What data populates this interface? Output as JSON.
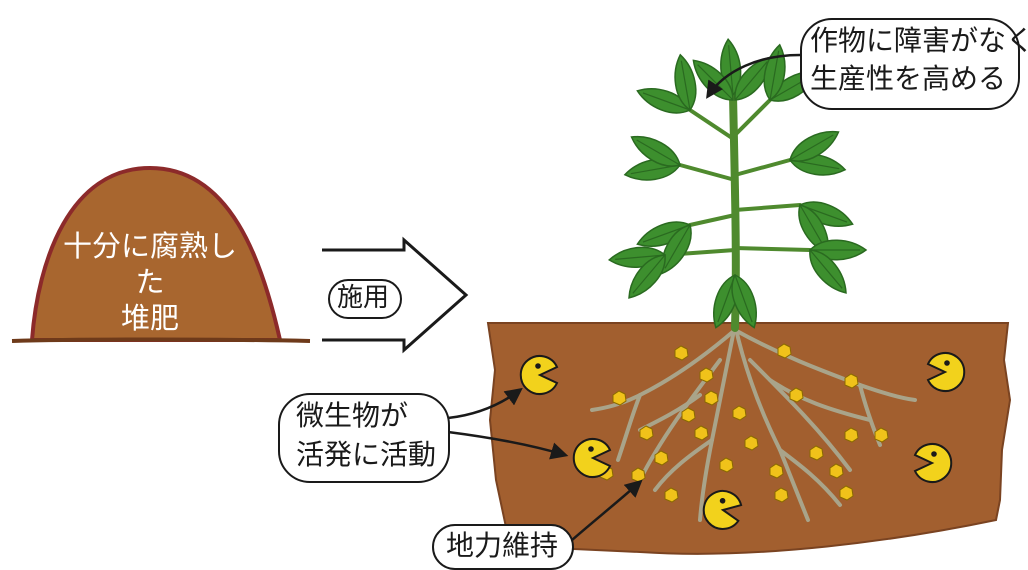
{
  "compost_label_line1": "十分に腐熟した",
  "compost_label_line2": "堆肥",
  "apply_label": "施用",
  "crop_label_line1": "作物に障害がなく、",
  "crop_label_line2": "生産性を高める",
  "microbe_label_line1": "微生物が",
  "microbe_label_line2": "活発に活動",
  "fertility_label": "地力維持",
  "colors": {
    "soil": "#a25f2f",
    "compost": "#a8662f",
    "compost_outline": "#8c2a2a",
    "leaf": "#3d8f2e",
    "root": "#a9a48a",
    "granule": "#f0c21a",
    "microbe": "#f2d21c"
  }
}
